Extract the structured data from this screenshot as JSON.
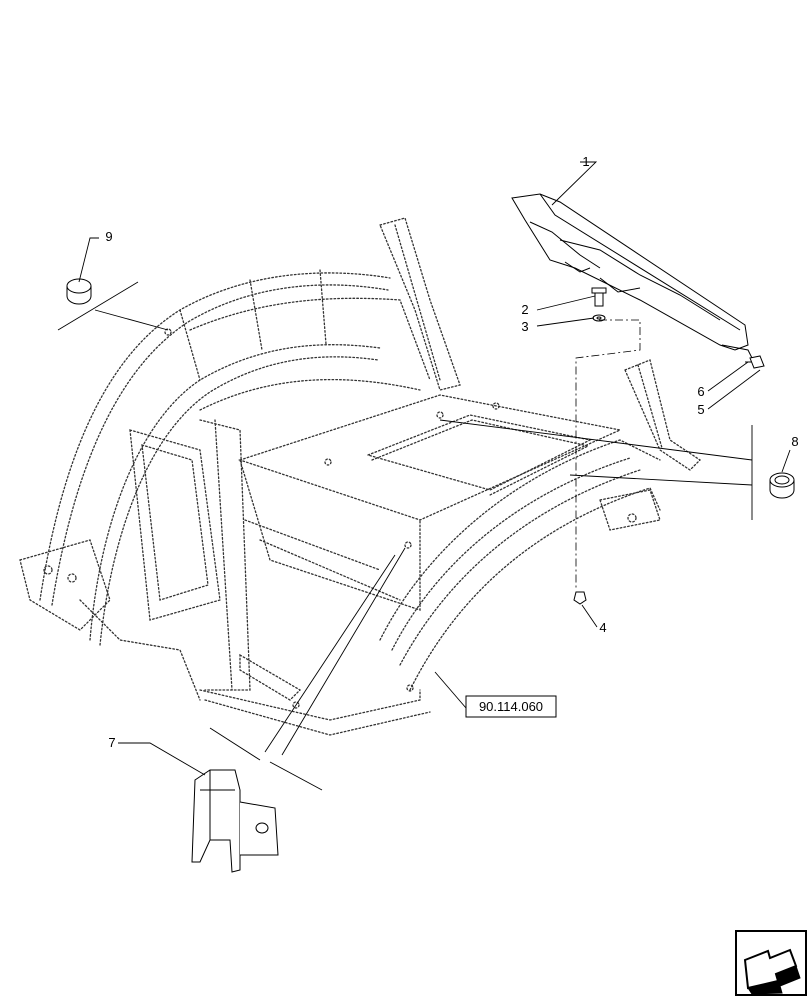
{
  "callouts": [
    {
      "id": "c1",
      "label": "1"
    },
    {
      "id": "c2",
      "label": "2"
    },
    {
      "id": "c3",
      "label": "3"
    },
    {
      "id": "c4",
      "label": "4"
    },
    {
      "id": "c5",
      "label": "5"
    },
    {
      "id": "c6",
      "label": "6"
    },
    {
      "id": "c7",
      "label": "7"
    },
    {
      "id": "c8",
      "label": "8"
    },
    {
      "id": "c9",
      "label": "9"
    }
  ],
  "reference": {
    "label": "90.114.060"
  },
  "nav_icon": "next-page-arrow-icon"
}
